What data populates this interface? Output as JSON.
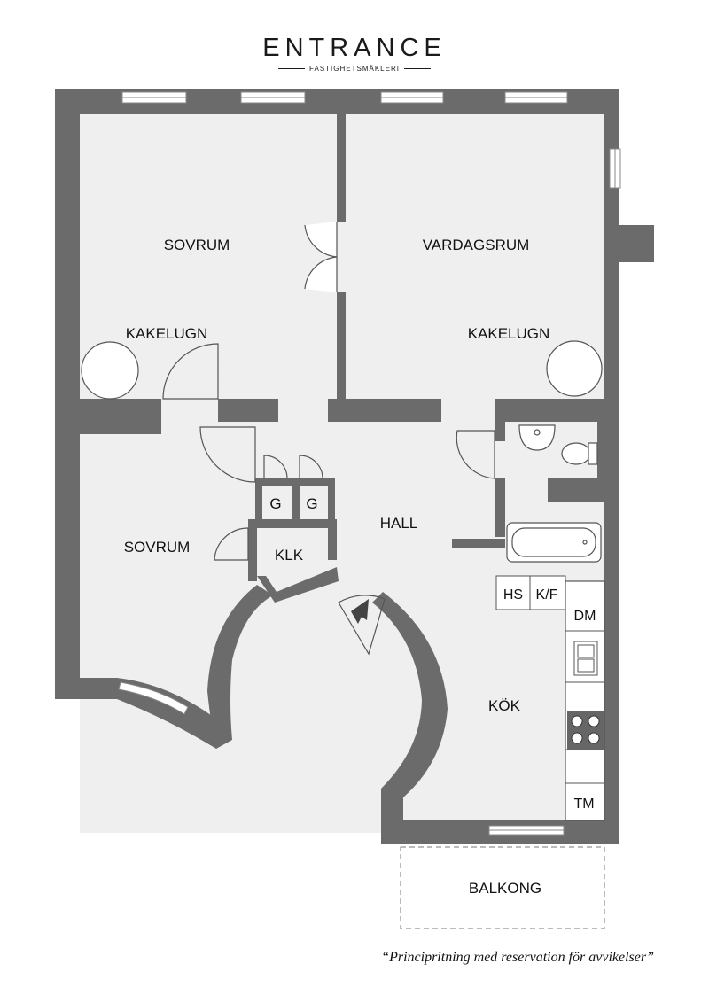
{
  "brand": {
    "name": "ENTRANCE",
    "subtitle": "FASTIGHETSMÄKLERI"
  },
  "rooms": {
    "sovrum_top": "SOVRUM",
    "vardagsrum": "VARDAGSRUM",
    "kakelugn_left": "KAKELUGN",
    "kakelugn_right": "KAKELUGN",
    "sovrum_bottom": "SOVRUM",
    "hall": "HALL",
    "klk": "KLK",
    "g1": "G",
    "g2": "G",
    "hs": "HS",
    "kf": "K/F",
    "dm": "DM",
    "kok": "KÖK",
    "tm": "TM",
    "balkong": "BALKONG"
  },
  "disclaimer": "“Principritning med reservation för avvikelser”",
  "colors": {
    "wall": "#6b6b6b",
    "floor": "#efefef",
    "line": "#444444"
  }
}
